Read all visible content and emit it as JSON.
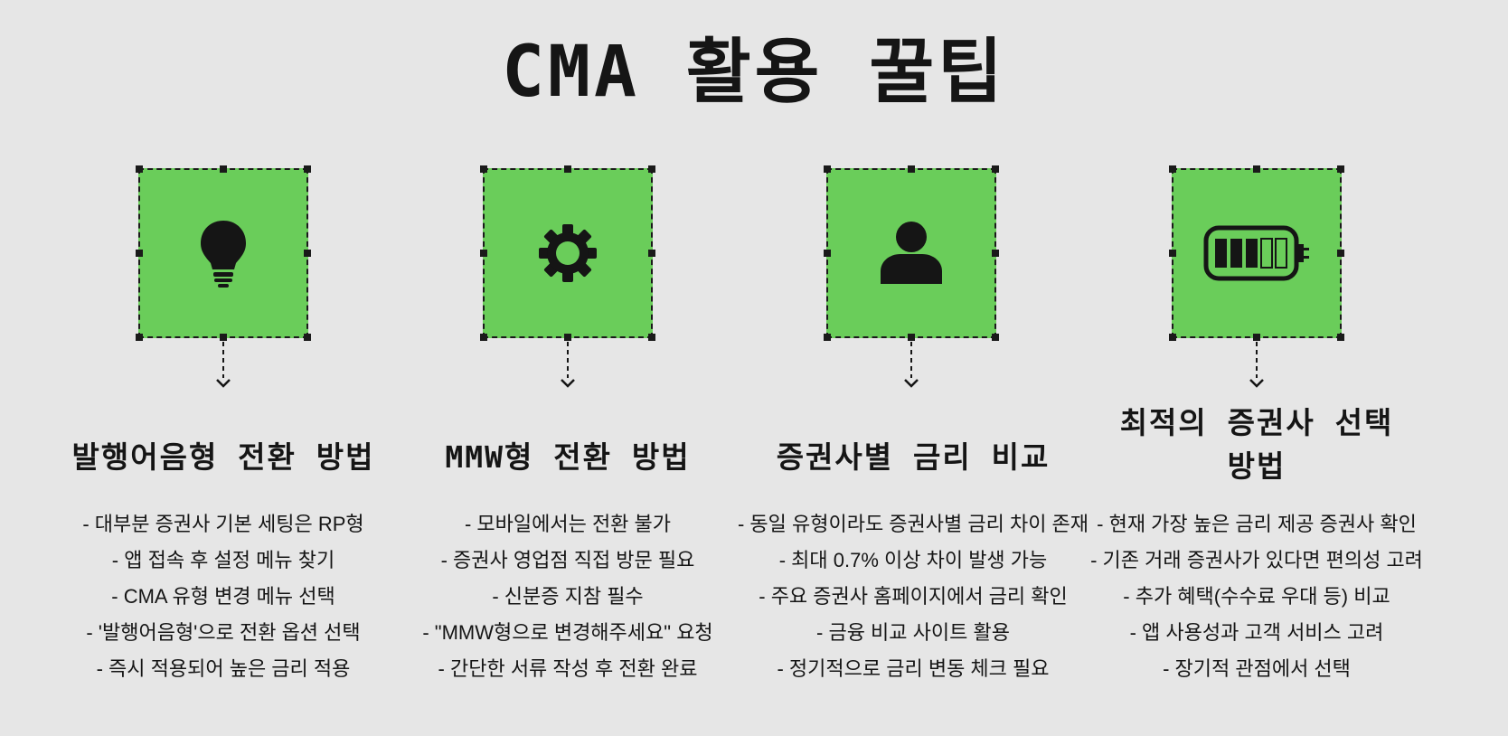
{
  "title": "CMA 활용 꿀팁",
  "columns": [
    {
      "icon": "lightbulb-icon",
      "heading": "발행어음형 전환 방법",
      "bullets": [
        "- 대부분 증권사 기본 세팅은 RP형",
        "- 앱 접속 후 설정 메뉴 찾기",
        "- CMA 유형 변경 메뉴 선택",
        "- '발행어음형'으로 전환 옵션 선택",
        "- 즉시 적용되어 높은 금리 적용"
      ]
    },
    {
      "icon": "gear-icon",
      "heading": "MMW형 전환 방법",
      "bullets": [
        "- 모바일에서는 전환 불가",
        "- 증권사 영업점 직접 방문 필요",
        "- 신분증 지참 필수",
        "- \"MMW형으로 변경해주세요\" 요청",
        "- 간단한 서류 작성 후 전환 완료"
      ]
    },
    {
      "icon": "user-icon",
      "heading": "증권사별 금리 비교",
      "bullets": [
        "- 동일 유형이라도 증권사별 금리 차이 존재",
        "- 최대 0.7% 이상 차이 발생 가능",
        "- 주요 증권사 홈페이지에서 금리 확인",
        "- 금융 비교 사이트 활용",
        "- 정기적으로 금리 변동 체크 필요"
      ]
    },
    {
      "icon": "battery-icon",
      "heading": "최적의 증권사 선택 방법",
      "bullets": [
        "- 현재 가장 높은 금리 제공 증권사 확인",
        "- 기존 거래 증권사가 있다면 편의성 고려",
        "- 추가 혜택(수수료 우대 등) 비교",
        "- 앱 사용성과 고객 서비스 고려",
        "- 장기적 관점에서 선택"
      ]
    }
  ],
  "colors": {
    "background": "#e6e6e6",
    "box": "#6acd5a",
    "ink": "#151515"
  }
}
